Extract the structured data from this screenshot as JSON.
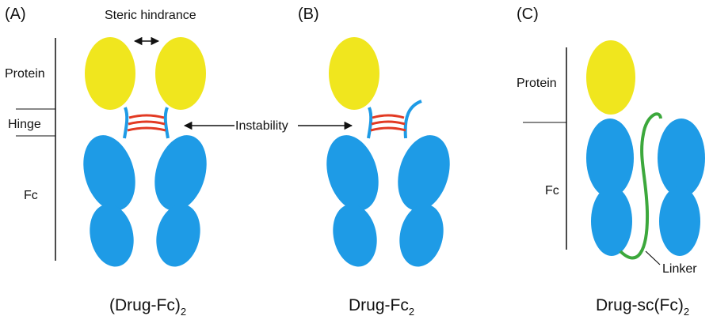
{
  "panels": {
    "a": {
      "letter": "(A)",
      "title_main": "(Drug-Fc)",
      "title_sub": "2"
    },
    "b": {
      "letter": "(B)",
      "title_main": "Drug-Fc",
      "title_sub": "2"
    },
    "c": {
      "letter": "(C)",
      "title_main": "Drug-sc(Fc)",
      "title_sub": "2"
    }
  },
  "labels": {
    "steric": "Steric hindrance",
    "instability": "Instability",
    "protein": "Protein",
    "hinge": "Hinge",
    "fc": "Fc",
    "linker": "Linker"
  },
  "colors": {
    "protein": "#f0e61e",
    "fc": "#1e9be6",
    "disulfide": "#e23a23",
    "linker": "#3ca83c",
    "hinge_strand": "#1e9be6",
    "text": "#111111"
  }
}
